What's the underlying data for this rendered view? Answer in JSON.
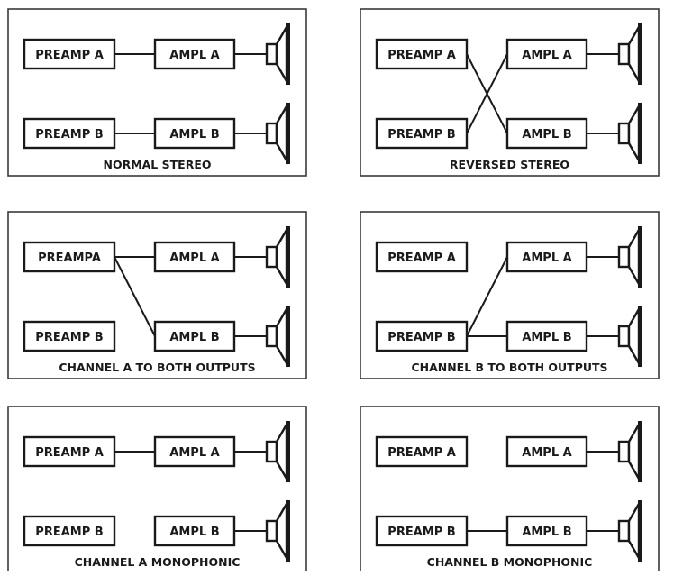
{
  "panels": [
    {
      "caption": "NORMAL STEREO",
      "preamp_a": "PREAMP A",
      "preamp_b": "PREAMP B",
      "ampl_a": "AMPL A",
      "ampl_b": "AMPL B",
      "connections": [
        "A-A",
        "B-B"
      ]
    },
    {
      "caption": "REVERSED STEREO",
      "preamp_a": "PREAMP A",
      "preamp_b": "PREAMP B",
      "ampl_a": "AMPL A",
      "ampl_b": "AMPL B",
      "connections": [
        "A-B",
        "B-A"
      ]
    },
    {
      "caption": "CHANNEL A TO BOTH OUTPUTS",
      "preamp_a": "PREAMPA",
      "preamp_b": "PREAMP B",
      "ampl_a": "AMPL A",
      "ampl_b": "AMPL B",
      "connections": [
        "A-A",
        "A-B"
      ]
    },
    {
      "caption": "CHANNEL B TO BOTH OUTPUTS",
      "preamp_a": "PREAMP A",
      "preamp_b": "PREAMP B",
      "ampl_a": "AMPL A",
      "ampl_b": "AMPL B",
      "connections": [
        "B-A",
        "B-B"
      ]
    },
    {
      "caption": "CHANNEL A MONOPHONIC",
      "preamp_a": "PREAMP A",
      "preamp_b": "PREAMP B",
      "ampl_a": "AMPL A",
      "ampl_b": "AMPL B",
      "connections": [
        "A-A"
      ]
    },
    {
      "caption": "CHANNEL B MONOPHONIC",
      "preamp_a": "PREAMP A",
      "preamp_b": "PREAMP B",
      "ampl_a": "AMPL A",
      "ampl_b": "AMPL B",
      "connections": [
        "B-B"
      ]
    }
  ]
}
